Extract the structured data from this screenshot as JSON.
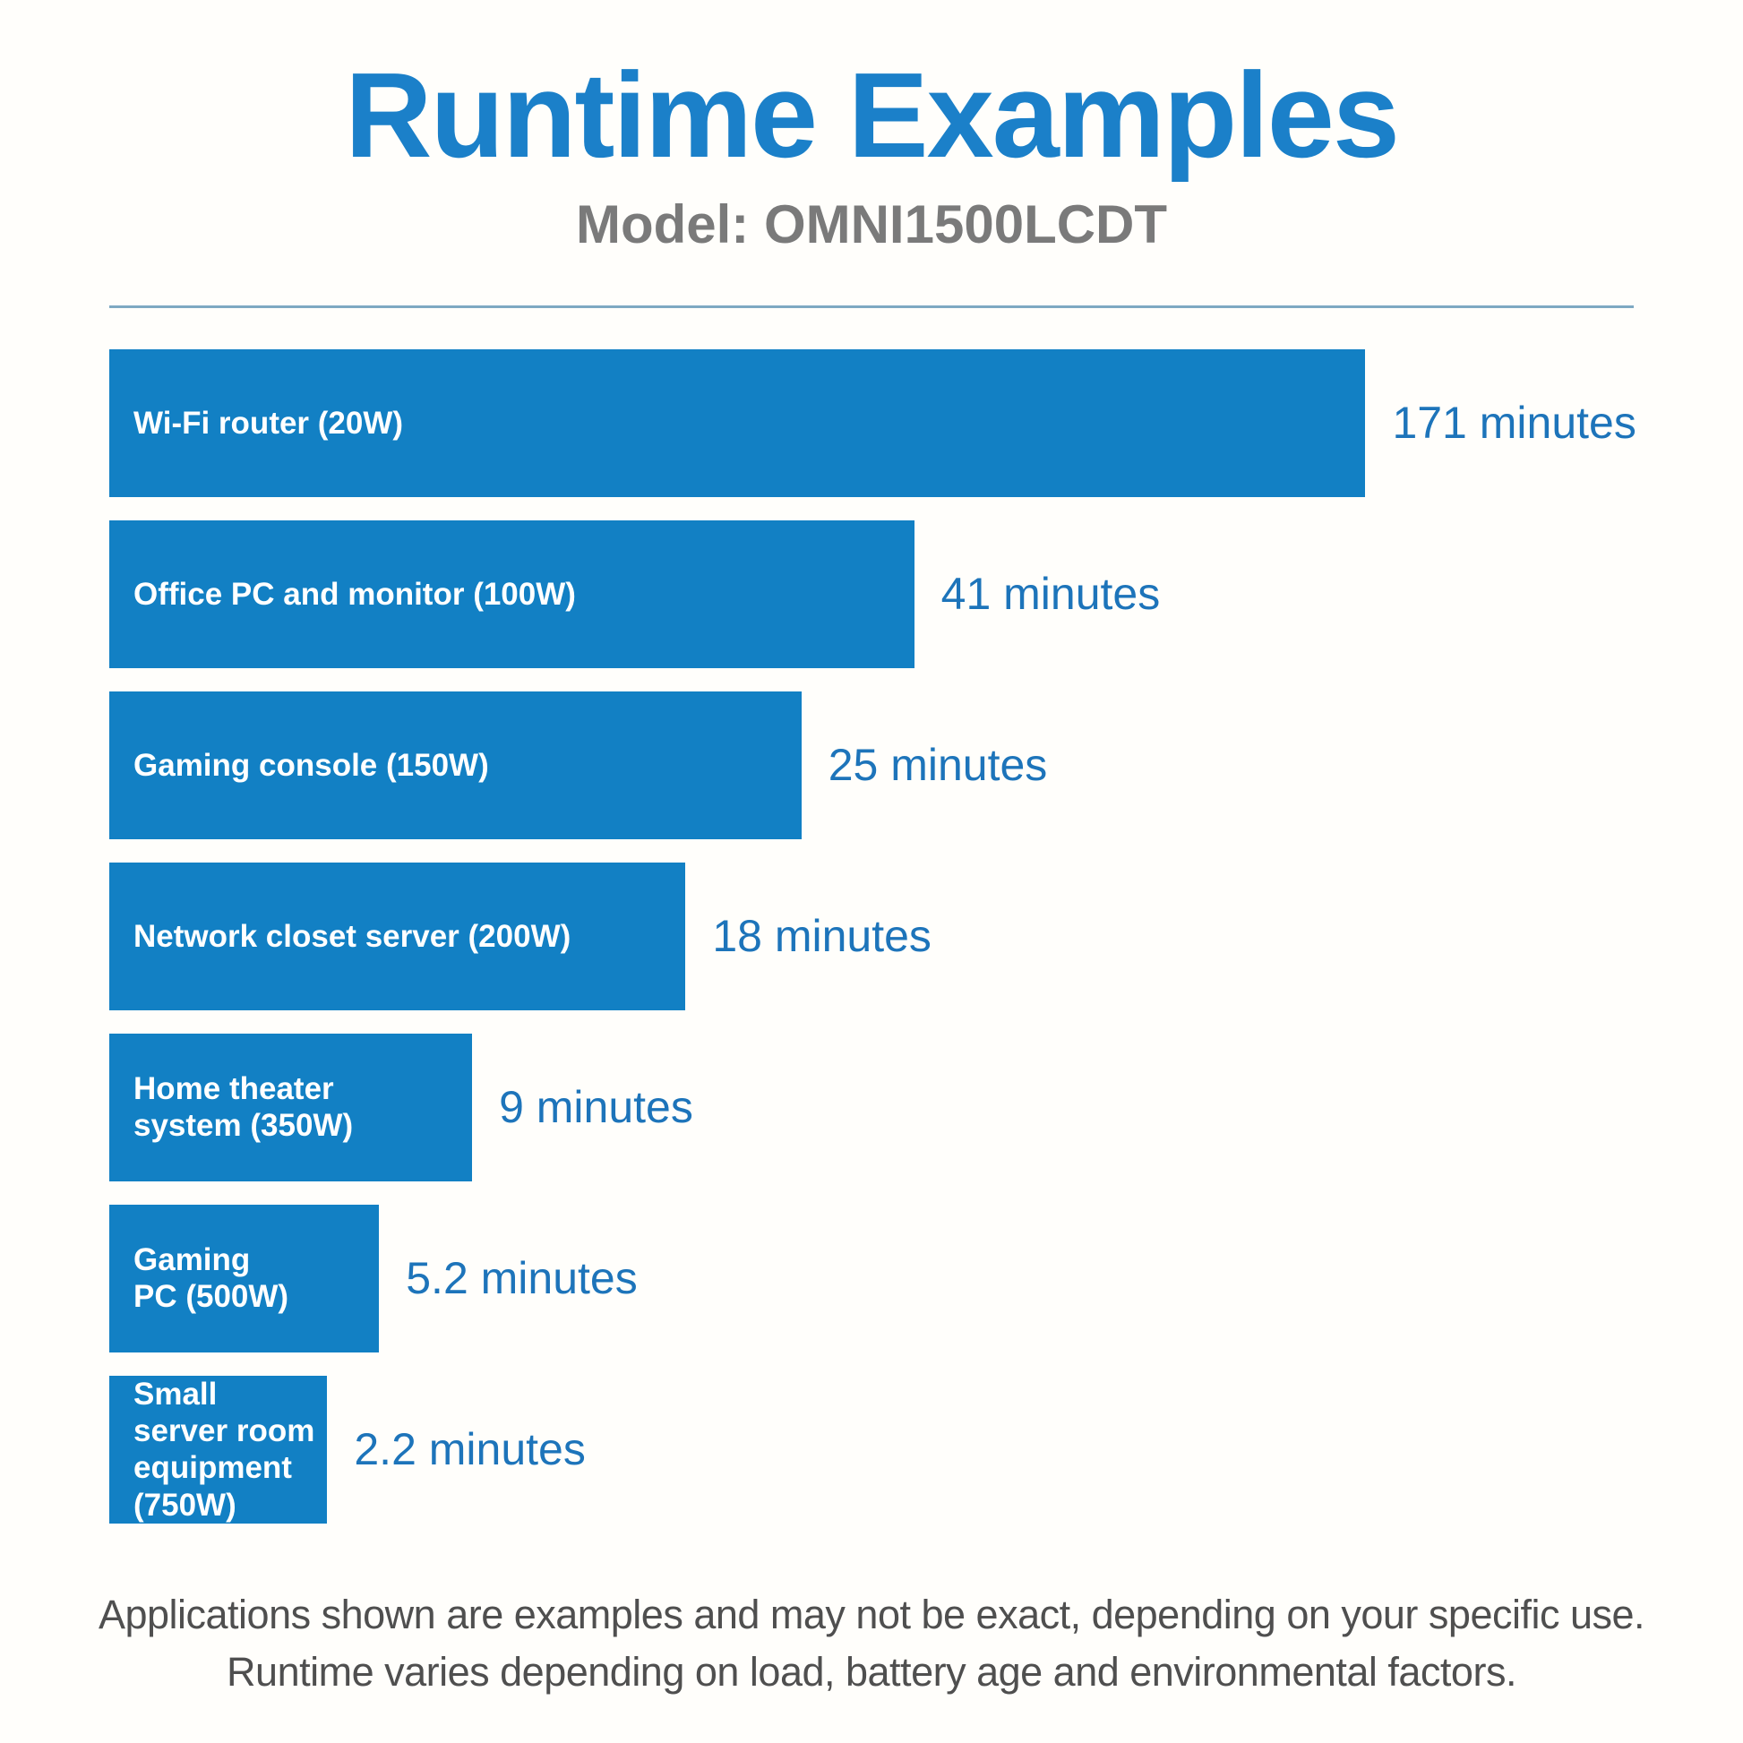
{
  "chart_data": {
    "type": "bar",
    "orientation": "horizontal",
    "title": "Runtime Examples",
    "subtitle": "Model: OMNI1500LCDT",
    "unit": "minutes",
    "bar_color": "#1280c4",
    "value_text_color": "#1d74ba",
    "title_color": "#1b80c9",
    "divider_color": "#7ea9c2",
    "legend": "none",
    "grid": false,
    "rows": [
      {
        "label": "Wi-Fi router (20W)",
        "minutes": 171,
        "value_label": "171 minutes",
        "bar_pct": 82.4
      },
      {
        "label": "Office PC and monitor (100W)",
        "minutes": 41,
        "value_label": "41 minutes",
        "bar_pct": 52.8
      },
      {
        "label": "Gaming console (150W)",
        "minutes": 25,
        "value_label": "25 minutes",
        "bar_pct": 45.4
      },
      {
        "label": "Network closet server (200W)",
        "minutes": 18,
        "value_label": "18 minutes",
        "bar_pct": 37.8
      },
      {
        "label": "Home theater\nsystem (350W)",
        "minutes": 9,
        "value_label": "9 minutes",
        "bar_pct": 23.8
      },
      {
        "label": "Gaming\nPC (500W)",
        "minutes": 5.2,
        "value_label": "5.2 minutes",
        "bar_pct": 17.7
      },
      {
        "label": "Small\nserver room\nequipment\n(750W)",
        "minutes": 2.2,
        "value_label": "2.2 minutes",
        "bar_pct": 14.3
      }
    ]
  },
  "footer": {
    "line1": "Applications shown are examples and may not be exact, depending on your specific use.",
    "line2": "Runtime varies depending on load, battery age and environmental factors."
  }
}
